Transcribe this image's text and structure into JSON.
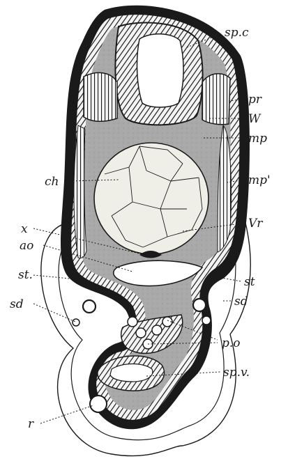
{
  "figure": {
    "labels": {
      "sp_c": "sp.c",
      "pr": "pr",
      "w": "W",
      "mp": "mp",
      "mp_prime": "mp'",
      "ch": "ch",
      "x": "x",
      "vr": "Vr",
      "ao": "ao",
      "st_left": "st.",
      "st_right": "st",
      "sd_left": "sd",
      "sd_right": "sd",
      "p_o": "p.o",
      "sp_v": "sp.v.",
      "r": "r"
    },
    "colors": {
      "ink": "#1a1a1a",
      "mesoderm_gray": "#a9a9a9",
      "notochord": "#efefe8",
      "paper": "#ffffff"
    }
  }
}
